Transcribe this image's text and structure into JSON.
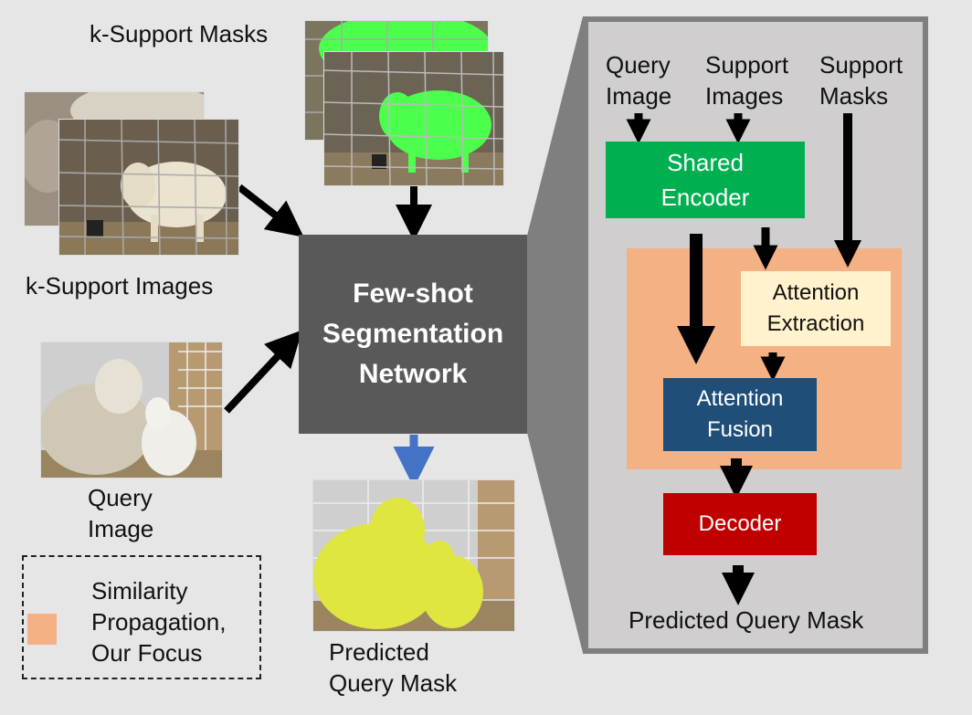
{
  "left": {
    "support_masks_label": "k-Support Masks",
    "support_images_label": "k-Support Images",
    "query_image_label": "Query\nImage",
    "network_label": "Few-shot\nSegmentation\nNetwork",
    "predicted_label": "Predicted\nQuery Mask"
  },
  "legend": {
    "text": "Similarity\nPropagation,\nOur Focus",
    "swatch_color": "#f4b183"
  },
  "right": {
    "inputs": [
      "Query\nImage",
      "Support\nImages",
      "Support\nMasks"
    ],
    "shared_encoder": "Shared\nEncoder",
    "attention_extraction": "Attention\nExtraction",
    "attention_fusion": "Attention\nFusion",
    "decoder": "Decoder",
    "output": "Predicted Query Mask"
  },
  "colors": {
    "background": "#e6e6e6",
    "network_box": "#595959",
    "panel": "#d0cece",
    "panel_border": "#7f7f7f",
    "encoder": "#00b050",
    "similarity_region": "#f4b183",
    "extraction": "#fff2cc",
    "fusion": "#1f4e79",
    "decoder": "#c00000",
    "output_arrow": "#4472c4",
    "mask_green": "#4cff4c",
    "mask_yellow": "#e0e640"
  }
}
